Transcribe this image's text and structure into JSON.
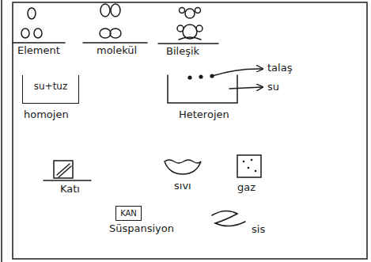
{
  "diagram": {
    "nodes": [
      {
        "text": [
          "su+tuz"
        ]
      },
      {
        "text": [
          "KAN"
        ]
      }
    ],
    "labels": [
      "Element",
      "molekül",
      "Bileşik",
      "homojen",
      "Heterojen",
      "talaş",
      "su",
      "Katı",
      "sıvı",
      "gaz",
      "Süspansiyon",
      "sis"
    ]
  }
}
